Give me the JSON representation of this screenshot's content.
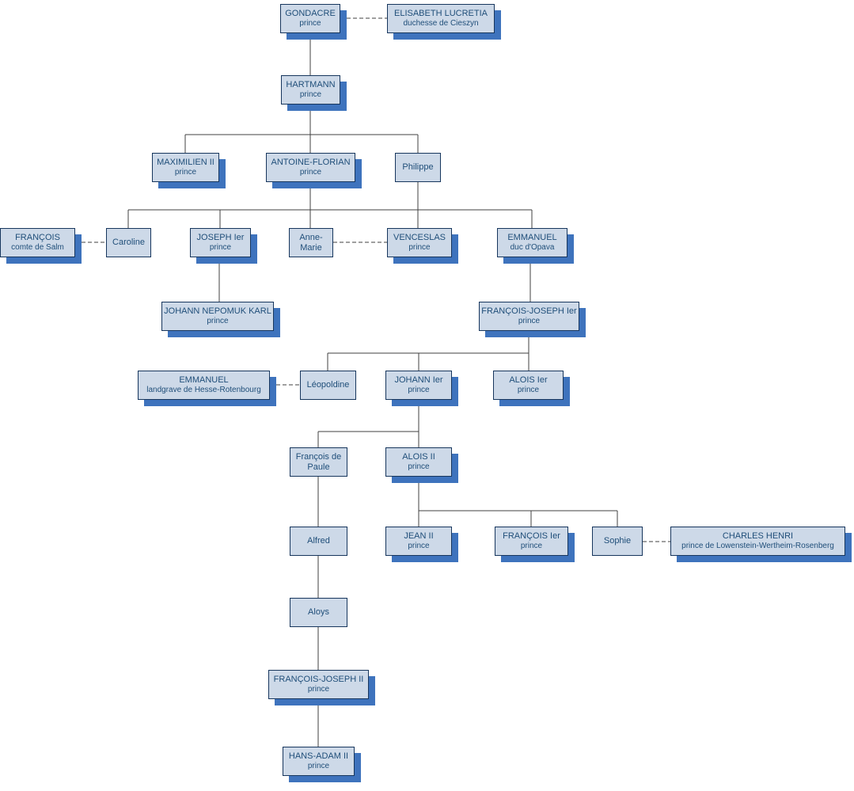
{
  "diagram": {
    "kind": "family-tree",
    "colors": {
      "box_fill": "#cdd9e8",
      "box_border": "#17365d",
      "box_shadow": "#3e73bd",
      "text": "#1f4e79",
      "connector_line": "#404040"
    },
    "nodes": [
      {
        "id": "gondacre",
        "name": "GONDACRE",
        "title": "prince"
      },
      {
        "id": "elisabeth-lucretia",
        "name": "ELISABETH LUCRETIA",
        "title": "duchesse de Cieszyn"
      },
      {
        "id": "hartmann",
        "name": "HARTMANN",
        "title": "prince"
      },
      {
        "id": "maximilien-ii",
        "name": "MAXIMILIEN II",
        "title": "prince"
      },
      {
        "id": "antoine-florian",
        "name": "ANTOINE-FLORIAN",
        "title": "prince"
      },
      {
        "id": "philippe",
        "name": "Philippe"
      },
      {
        "id": "francois-salm",
        "name": "FRANÇOIS",
        "title": "comte de Salm"
      },
      {
        "id": "caroline",
        "name": "Caroline"
      },
      {
        "id": "joseph-ier",
        "name": "JOSEPH Ier",
        "title": "prince"
      },
      {
        "id": "anne-marie",
        "name": "Anne-Marie"
      },
      {
        "id": "venceslas",
        "name": "VENCESLAS",
        "title": "prince"
      },
      {
        "id": "emmanuel-opava",
        "name": "EMMANUEL",
        "title": "duc d'Opava"
      },
      {
        "id": "johann-nepomuk-karl",
        "name": "JOHANN NEPOMUK KARL",
        "title": "prince"
      },
      {
        "id": "francois-joseph-ier",
        "name": "FRANÇOIS-JOSEPH Ier",
        "title": "prince"
      },
      {
        "id": "emmanuel-hesse",
        "name": "EMMANUEL",
        "title": "landgrave de Hesse-Rotenbourg"
      },
      {
        "id": "leopoldine",
        "name": "Léopoldine"
      },
      {
        "id": "johann-ier",
        "name": "JOHANN Ier",
        "title": "prince"
      },
      {
        "id": "alois-ier",
        "name": "ALOIS Ier",
        "title": "prince"
      },
      {
        "id": "francois-de-paule",
        "name": "François de Paule"
      },
      {
        "id": "alois-ii",
        "name": "ALOIS II",
        "title": "prince"
      },
      {
        "id": "alfred",
        "name": "Alfred"
      },
      {
        "id": "jean-ii",
        "name": "JEAN II",
        "title": "prince"
      },
      {
        "id": "francois-ier",
        "name": "FRANÇOIS Ier",
        "title": "prince"
      },
      {
        "id": "sophie",
        "name": "Sophie"
      },
      {
        "id": "charles-henri",
        "name": "CHARLES HENRI",
        "title": "prince de Lowenstein-Wertheim-Rosenberg"
      },
      {
        "id": "aloys",
        "name": "Aloys"
      },
      {
        "id": "francois-joseph-ii",
        "name": "FRANÇOIS-JOSEPH II",
        "title": "prince"
      },
      {
        "id": "hans-adam-ii",
        "name": "HANS-ADAM II",
        "title": "prince"
      }
    ],
    "edges": [
      {
        "type": "marriage",
        "a": "gondacre",
        "b": "elisabeth-lucretia"
      },
      {
        "type": "descent",
        "from": "gondacre",
        "to": "hartmann"
      },
      {
        "type": "descent",
        "from": "hartmann",
        "to": "maximilien-ii"
      },
      {
        "type": "descent",
        "from": "hartmann",
        "to": "antoine-florian"
      },
      {
        "type": "descent",
        "from": "hartmann",
        "to": "philippe"
      },
      {
        "type": "descent",
        "from": "antoine-florian",
        "to": "caroline"
      },
      {
        "type": "descent",
        "from": "antoine-florian",
        "to": "joseph-ier"
      },
      {
        "type": "descent",
        "from": "antoine-florian",
        "to": "anne-marie"
      },
      {
        "type": "descent",
        "from": "philippe",
        "to": "venceslas"
      },
      {
        "type": "descent",
        "from": "philippe",
        "to": "emmanuel-opava"
      },
      {
        "type": "marriage",
        "a": "francois-salm",
        "b": "caroline"
      },
      {
        "type": "marriage",
        "a": "anne-marie",
        "b": "venceslas"
      },
      {
        "type": "descent",
        "from": "joseph-ier",
        "to": "johann-nepomuk-karl"
      },
      {
        "type": "descent",
        "from": "emmanuel-opava",
        "to": "francois-joseph-ier"
      },
      {
        "type": "descent",
        "from": "francois-joseph-ier",
        "to": "leopoldine"
      },
      {
        "type": "descent",
        "from": "francois-joseph-ier",
        "to": "johann-ier"
      },
      {
        "type": "descent",
        "from": "francois-joseph-ier",
        "to": "alois-ier"
      },
      {
        "type": "marriage",
        "a": "emmanuel-hesse",
        "b": "leopoldine"
      },
      {
        "type": "descent",
        "from": "johann-ier",
        "to": "francois-de-paule"
      },
      {
        "type": "descent",
        "from": "johann-ier",
        "to": "alois-ii"
      },
      {
        "type": "descent",
        "from": "alois-ii",
        "to": "jean-ii"
      },
      {
        "type": "descent",
        "from": "alois-ii",
        "to": "francois-ier"
      },
      {
        "type": "descent",
        "from": "alois-ii",
        "to": "sophie"
      },
      {
        "type": "marriage",
        "a": "sophie",
        "b": "charles-henri"
      },
      {
        "type": "descent",
        "from": "francois-de-paule",
        "to": "alfred"
      },
      {
        "type": "descent",
        "from": "alfred",
        "to": "aloys"
      },
      {
        "type": "descent",
        "from": "aloys",
        "to": "francois-joseph-ii"
      },
      {
        "type": "descent",
        "from": "francois-joseph-ii",
        "to": "hans-adam-ii"
      }
    ]
  }
}
